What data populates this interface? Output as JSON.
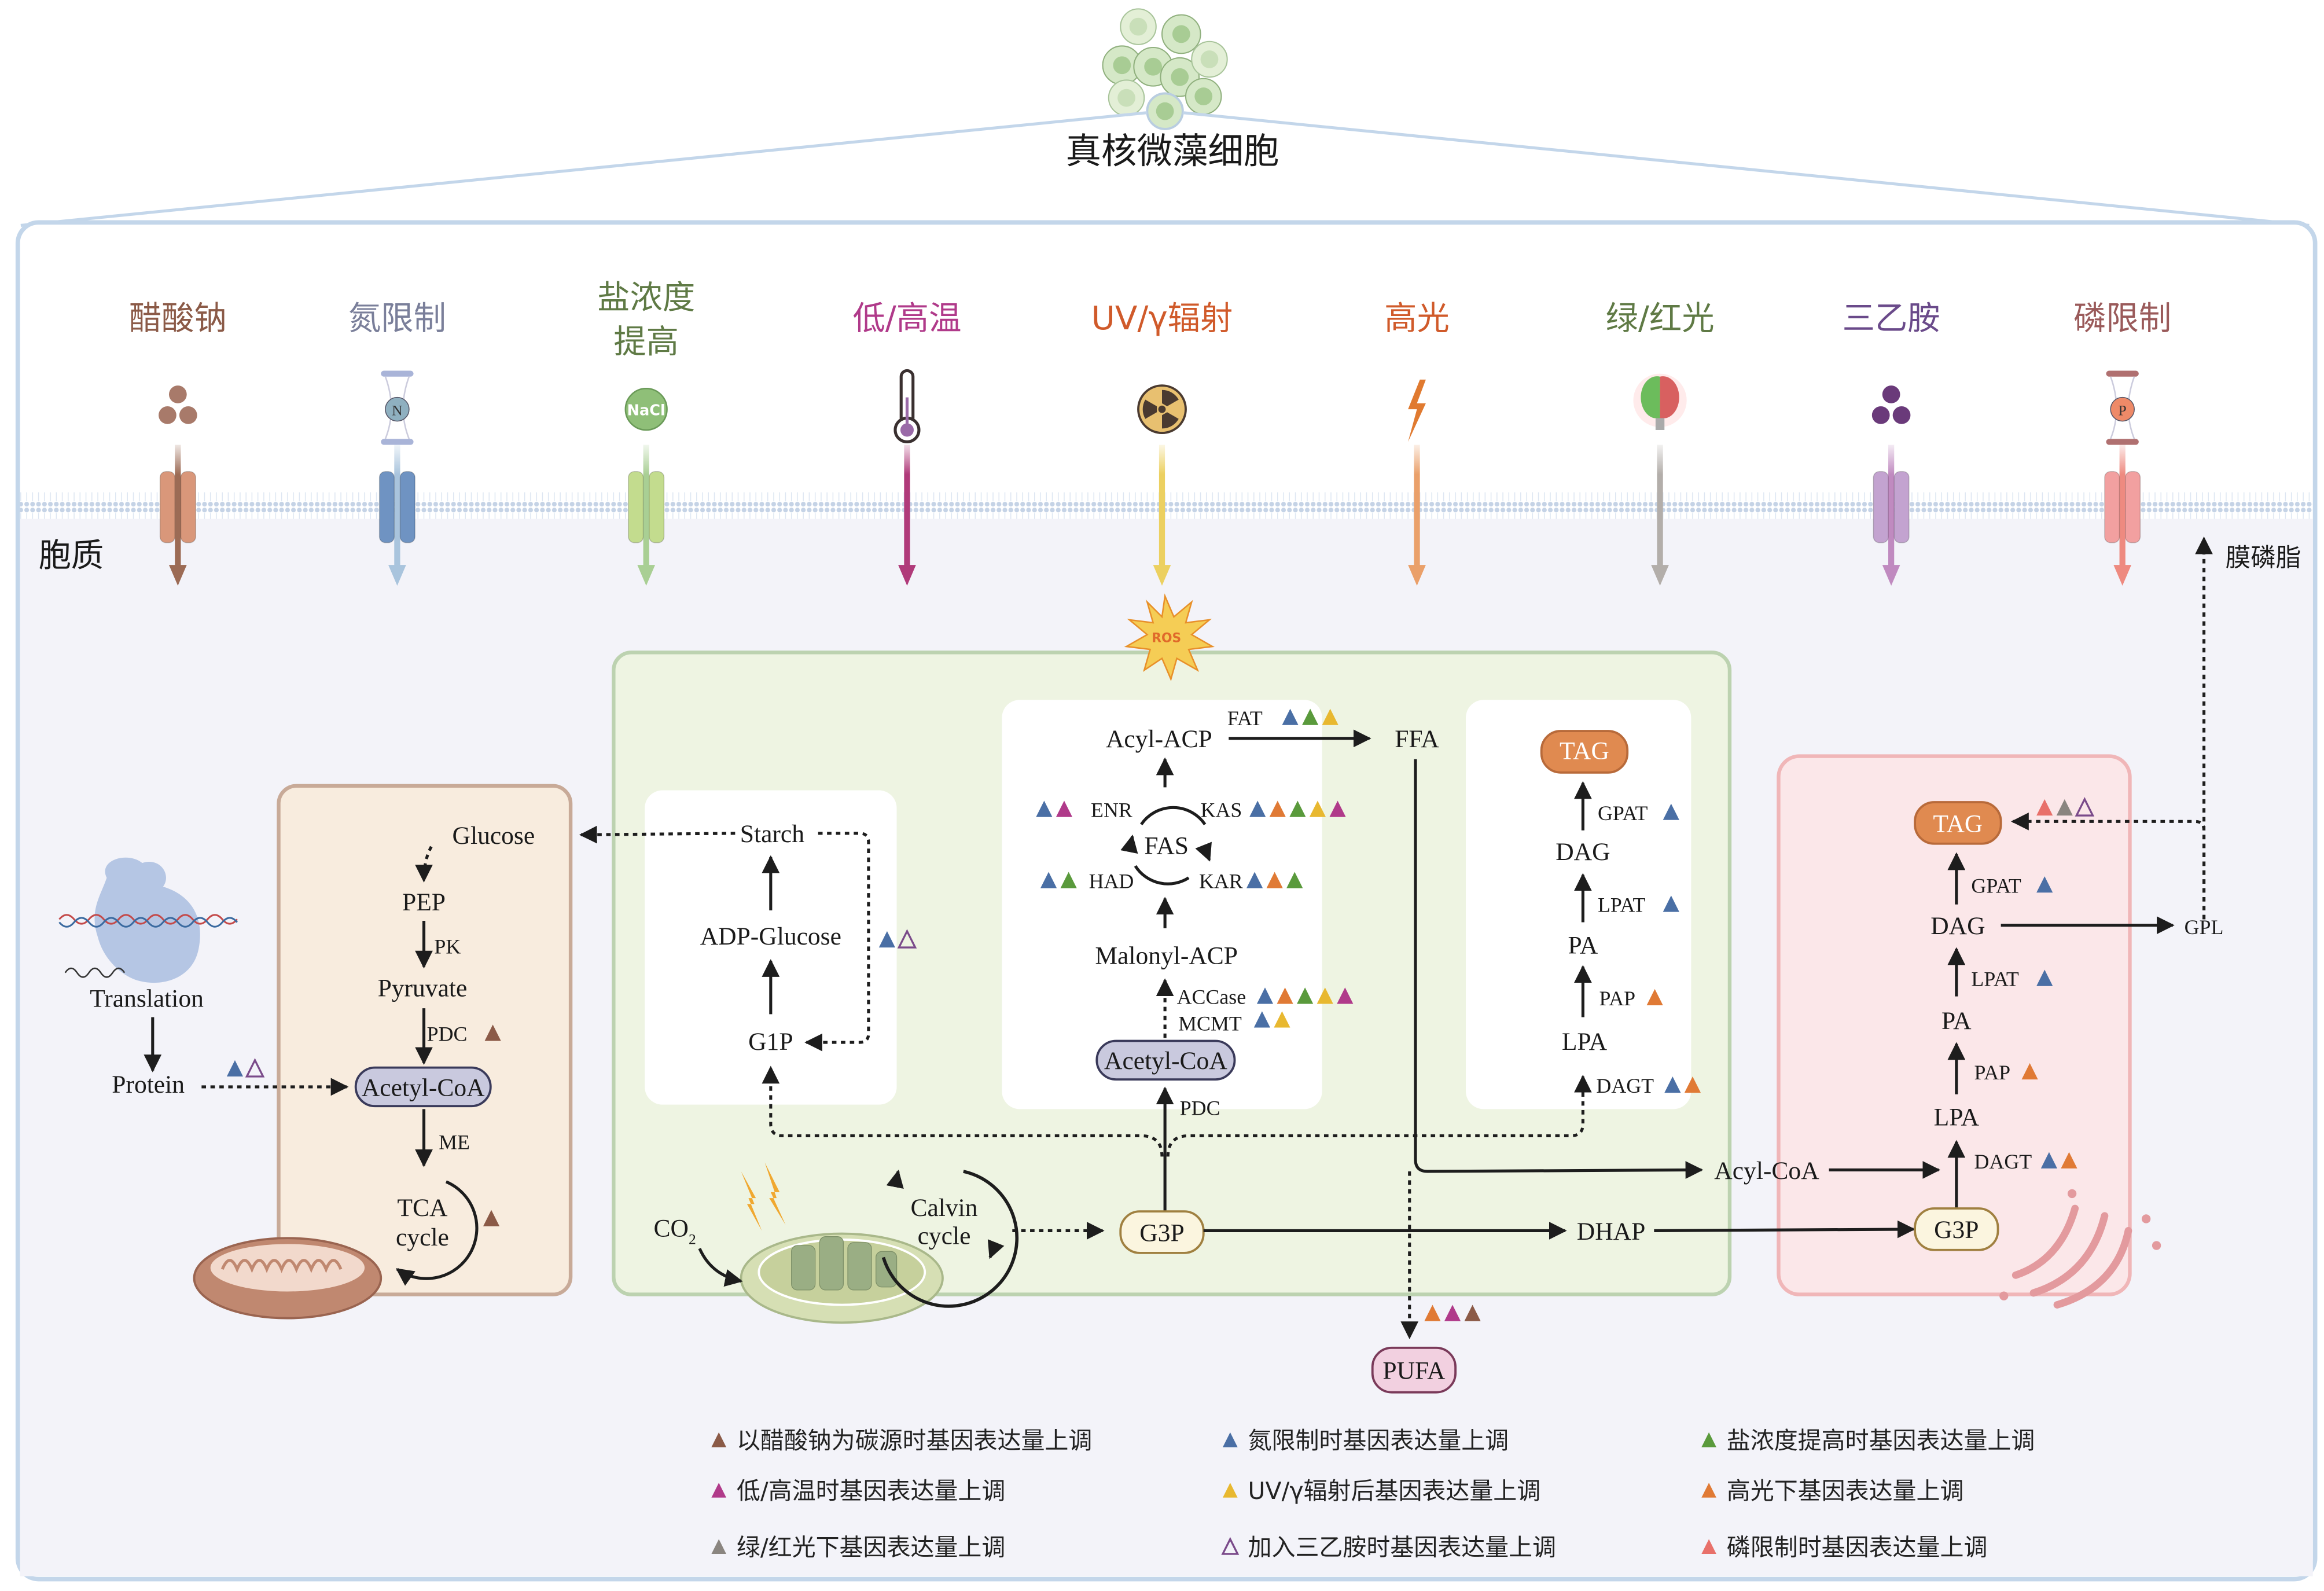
{
  "title": "真核微藻细胞",
  "cytoplasm_label": "胞质",
  "membrane_lipid_label": "膜磷脂",
  "ros_label": "ROS",
  "colors": {
    "acetate": "#8b5a47",
    "nitrogen": "#4a6fa5",
    "salt": "#5a9a3c",
    "temperature": "#b03a8a",
    "uv": "#e8b830",
    "highlight": "#e07a35",
    "greenred": "#8a8580",
    "triethylamine": "#7a4a8a",
    "phosphorus": "#e8706a"
  },
  "stimuli": [
    {
      "label": "醋酸钠",
      "icon": "molecules-icon",
      "color": "#8b5a47",
      "arrow": "#9c6b55",
      "channel": "#d9977a"
    },
    {
      "label": "氮限制",
      "icon": "hourglass-n-icon",
      "color": "#7a7f9a",
      "arrow": "#a9c4dd",
      "channel": "#6f93c2"
    },
    {
      "label": "盐浓度\n提高",
      "line1": "盐浓度",
      "line2": "提高",
      "icon": "nacl-icon",
      "color": "#5f7a45",
      "arrow": "#a9cf94",
      "channel": "#c3dc8e"
    },
    {
      "label": "低/高温",
      "icon": "thermometer-icon",
      "color": "#b03a8a",
      "arrow": "#b03a7a"
    },
    {
      "label": "UV/γ辐射",
      "icon": "radiation-icon",
      "color": "#d05a2a",
      "arrow": "#ecd060"
    },
    {
      "label": "高光",
      "icon": "lightning-icon",
      "color": "#d05a2a",
      "arrow": "#eaa06a"
    },
    {
      "label": "绿/红光",
      "icon": "lightbulb-icon",
      "color": "#5f7a45",
      "arrow": "#b3aeaa"
    },
    {
      "label": "三乙胺",
      "icon": "molecules-icon",
      "color": "#6a4a8a",
      "arrow": "#c08ac0",
      "channel": "#c3a3d0"
    },
    {
      "label": "磷限制",
      "icon": "hourglass-p-icon",
      "color": "#9a5a5a",
      "arrow": "#ee8a80",
      "channel": "#f2a0a0"
    }
  ],
  "mitochondria": {
    "glucose": "Glucose",
    "pep": "PEP",
    "pk": "PK",
    "pyruvate": "Pyruvate",
    "pdc": "PDC",
    "acetyl_coa": "Acetyl-CoA",
    "me": "ME",
    "tca1": "TCA",
    "tca2": "cycle"
  },
  "translation": {
    "translation": "Translation",
    "protein": "Protein"
  },
  "chloroplast": {
    "starch": "Starch",
    "adp_glucose": "ADP-Glucose",
    "g1p": "G1P",
    "acyl_acp": "Acyl-ACP",
    "fat": "FAT",
    "ffa": "FFA",
    "enr": "ENR",
    "kas": "KAS",
    "fas": "FAS",
    "had": "HAD",
    "kar": "KAR",
    "malonyl_acp": "Malonyl-ACP",
    "accase": "ACCase",
    "mcmt": "MCMT",
    "acetyl_coa": "Acetyl-CoA",
    "pdc": "PDC",
    "tag": "TAG",
    "gpat": "GPAT",
    "dag": "DAG",
    "lpat": "LPAT",
    "pa": "PA",
    "pap": "PAP",
    "lpa": "LPA",
    "dagt": "DAGT",
    "co2": "CO",
    "co2_sub": "2",
    "calvin1": "Calvin",
    "calvin2": "cycle",
    "g3p": "G3P",
    "dhap": "DHAP"
  },
  "er": {
    "tag": "TAG",
    "gpat": "GPAT",
    "dag": "DAG",
    "gpl": "GPL",
    "lpat": "LPAT",
    "pa": "PA",
    "pap": "PAP",
    "lpa": "LPA",
    "dagt": "DAGT",
    "acyl_coa": "Acyl-CoA",
    "g3p": "G3P"
  },
  "pufa": "PUFA",
  "markers": {
    "pdc_mito": [
      "acetate"
    ],
    "tca": [
      "acetate"
    ],
    "protein": [
      "nitrogen",
      "triethylamine-open"
    ],
    "adp_glucose": [
      "nitrogen",
      "triethylamine-open"
    ],
    "fat": [
      "nitrogen",
      "salt",
      "uv"
    ],
    "enr": [
      "nitrogen",
      "temperature"
    ],
    "kas": [
      "nitrogen",
      "highlight",
      "salt",
      "uv",
      "temperature"
    ],
    "had": [
      "nitrogen",
      "salt"
    ],
    "kar": [
      "nitrogen",
      "highlight",
      "salt"
    ],
    "accase": [
      "nitrogen",
      "highlight",
      "salt",
      "uv",
      "temperature"
    ],
    "mcmt": [
      "nitrogen",
      "uv"
    ],
    "gpat_chl": [
      "nitrogen"
    ],
    "lpat_chl": [
      "nitrogen"
    ],
    "pap_chl": [
      "highlight"
    ],
    "dagt_chl": [
      "nitrogen",
      "highlight"
    ],
    "pufa": [
      "highlight",
      "temperature",
      "acetate"
    ],
    "tag_er": [
      "phosphorus",
      "greenred",
      "triethylamine-open"
    ],
    "gpat_er": [
      "nitrogen"
    ],
    "lpat_er": [
      "nitrogen"
    ],
    "pap_er": [
      "highlight"
    ],
    "dagt_er": [
      "nitrogen",
      "highlight"
    ]
  },
  "legend": [
    {
      "key": "acetate",
      "color": "#8b5a47",
      "filled": true,
      "text": "以醋酸钠为碳源时基因表达量上调"
    },
    {
      "key": "nitrogen",
      "color": "#4a6fa5",
      "filled": true,
      "text": "氮限制时基因表达量上调"
    },
    {
      "key": "salt",
      "color": "#5a9a3c",
      "filled": true,
      "text": "盐浓度提高时基因表达量上调"
    },
    {
      "key": "temperature",
      "color": "#b03a8a",
      "filled": true,
      "text": "低/高温时基因表达量上调"
    },
    {
      "key": "uv",
      "color": "#e8b830",
      "filled": true,
      "text": "UV/γ辐射后基因表达量上调"
    },
    {
      "key": "highlight",
      "color": "#e07a35",
      "filled": true,
      "text": "高光下基因表达量上调"
    },
    {
      "key": "greenred",
      "color": "#8a8580",
      "filled": true,
      "text": "绿/红光下基因表达量上调"
    },
    {
      "key": "triethylamine-open",
      "color": "#7a4a8a",
      "filled": false,
      "text": "加入三乙胺时基因表达量上调"
    },
    {
      "key": "phosphorus",
      "color": "#e8706a",
      "filled": true,
      "text": "磷限制时基因表达量上调"
    }
  ]
}
